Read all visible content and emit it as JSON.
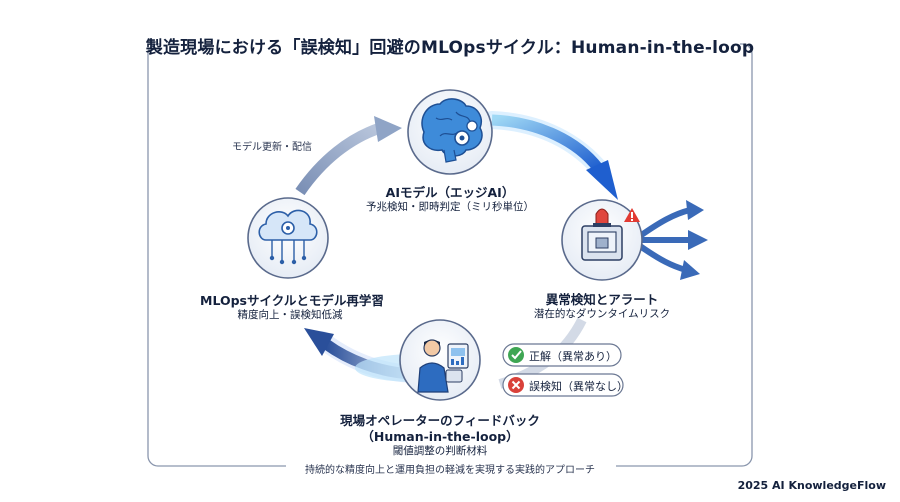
{
  "title": "製造現場における「誤検知」回避のMLOpsサイクル：Human-in-the-loop",
  "nodes": {
    "ai_model": {
      "title": "AIモデル（エッジAI）",
      "subtitle": "予兆検知・即時判定（ミリ秒単位）",
      "icon": "brain-gear-icon"
    },
    "anomaly": {
      "title": "異常検知とアラート",
      "subtitle": "潜在的なダウンタイムリスク",
      "icon": "alarm-machine-icon"
    },
    "operator": {
      "title": "現場オペレーターのフィードバック",
      "title2": "（Human-in-the-loop）",
      "subtitle": "閾値調整の判断材料",
      "icon": "operator-icon"
    },
    "mlops": {
      "title": "MLOpsサイクルとモデル再学習",
      "subtitle": "精度向上・誤検知低減",
      "icon": "cloud-gear-icon"
    }
  },
  "arrow_label": "モデル更新・配信",
  "feedback": {
    "correct": "正解（異常あり）",
    "false_positive": "誤検知（異常なし）"
  },
  "footer": "持続的な精度向上と運用負担の軽減を実現する実践的アプローチ",
  "copyright": "2025 AI KnowledgeFlow",
  "colors": {
    "navy": "#14213d",
    "circle_border": "#5a6a8c",
    "arrow_blue": "#2f6fd8",
    "arrow_dark": "#2a4f9a",
    "correct_green": "#3ea653",
    "error_red": "#d9413a",
    "frame": "#8a96ad"
  }
}
